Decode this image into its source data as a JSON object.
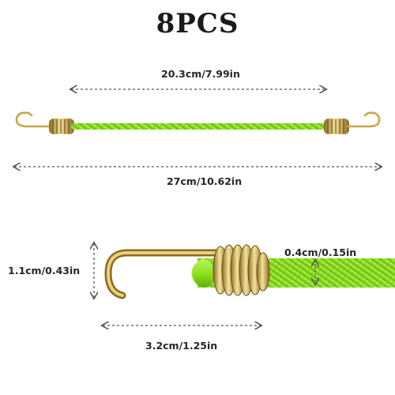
{
  "title": "8PCS",
  "dimensions": {
    "hook_to_hook_length": "20.3cm/7.99in",
    "total_length": "27cm/10.62in",
    "hook_height": "1.1cm/0.43in",
    "cord_diameter": "0.4cm/0.15in",
    "hook_length": "3.2cm/1.25in"
  },
  "colors": {
    "cord_green": "#8ee21f",
    "hook_gold": "#c9a64a",
    "arrow_gray": "#555555"
  }
}
